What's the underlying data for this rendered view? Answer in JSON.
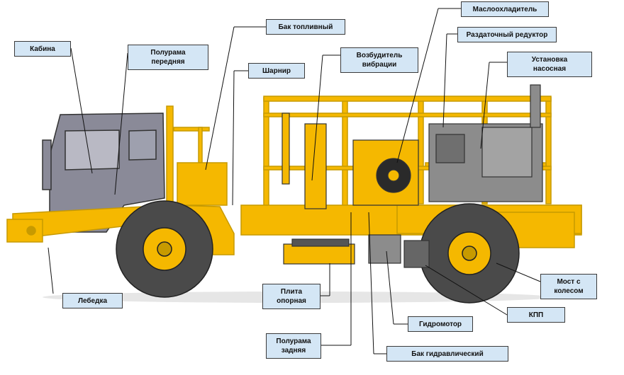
{
  "labels": {
    "cabin": "Кабина",
    "front_half_frame": "Полурама\nпередняя",
    "fuel_tank": "Бак топливный",
    "hinge": "Шарнир",
    "vibration_exciter": "Возбудитель\nвибрации",
    "oil_cooler": "Маслоохладитель",
    "transfer_gearbox": "Раздаточный редуктор",
    "pump_unit": "Установка\nнасосная",
    "axle_with_wheel": "Мост с\nколесом",
    "gearbox": "КПП",
    "hydraulic_motor": "Гидромотор",
    "hydraulic_tank": "Бак гидравлический",
    "rear_half_frame": "Полурама\nзадняя",
    "base_plate": "Плита\nопорная",
    "winch": "Лебедка"
  },
  "colors": {
    "label_fill": "#d4e6f5",
    "vehicle_yellow": "#f5b800",
    "cab_gray": "#8a8a98",
    "tire": "#4a4a4a",
    "engine_gray": "#8c8c8c"
  }
}
